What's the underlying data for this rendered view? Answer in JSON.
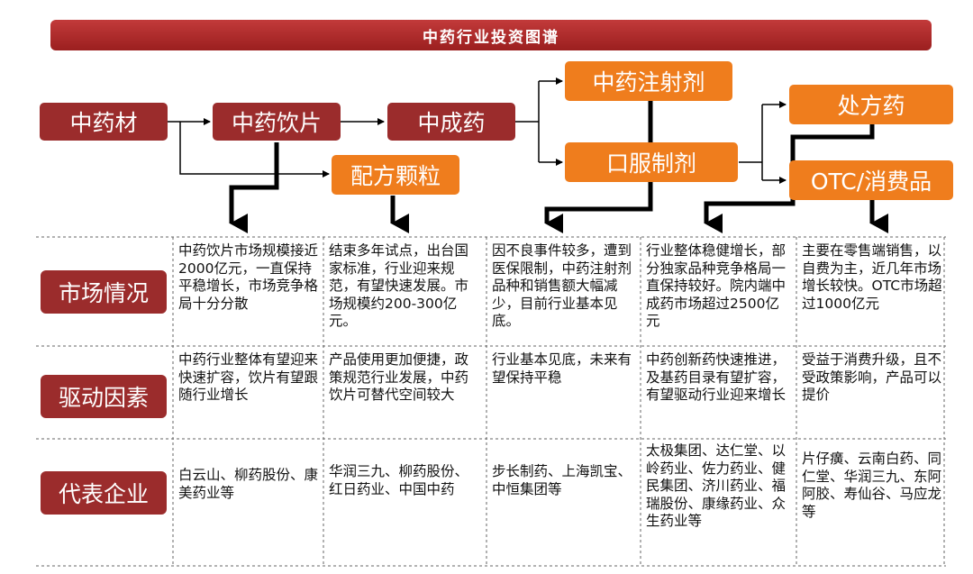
{
  "title": "中药行业投资图谱",
  "nodes": {
    "herbs": "中药材",
    "decoction_pieces": "中药饮片",
    "granules": "配方颗粒",
    "patent_medicine": "中成药",
    "injection": "中药注射剂",
    "oral": "口服制剂",
    "prescription": "处方药",
    "otc": "OTC/消费品"
  },
  "rows": [
    {
      "label": "市场情况",
      "cells": [
        "中药饮片市场规模接近2000亿元，一直保持平稳增长，市场竞争格局十分分散",
        "结束多年试点，出台国家标准，行业迎来规范，有望快速发展。市场规模约200-300亿元。",
        "因不良事件较多，遭到医保限制，中药注射剂品种和销售额大幅减少，目前行业基本见底。",
        "行业整体稳健增长，部分独家品种竞争格局一直保持较好。院内端中成药市场超过2500亿元",
        "主要在零售端销售，以自费为主，近几年市场增长较快。OTC市场超过1000亿元"
      ]
    },
    {
      "label": "驱动因素",
      "cells": [
        "中药行业整体有望迎来快速扩容，饮片有望跟随行业增长",
        "产品使用更加便捷，政策规范行业发展，中药饮片可替代空间较大",
        "行业基本见底，未来有望保持平稳",
        "中药创新药快速推进，及基药目录有望扩容，有望驱动行业迎来增长",
        "受益于消费升级，且不受政策影响，产品可以提价"
      ]
    },
    {
      "label": "代表企业",
      "cells": [
        "白云山、柳药股份、康美药业等",
        "华润三九、柳药股份、红日药业、中国中药",
        "步长制药、上海凯宝、中恒集团等",
        "太极集团、达仁堂、以岭药业、佐力药业、健民集团、济川药业、福瑞股份、康缘药业、众生药业等",
        "片仔癀、云南白药、同仁堂、华润三九、东阿阿胶、寿仙谷、马应龙等"
      ]
    }
  ]
}
